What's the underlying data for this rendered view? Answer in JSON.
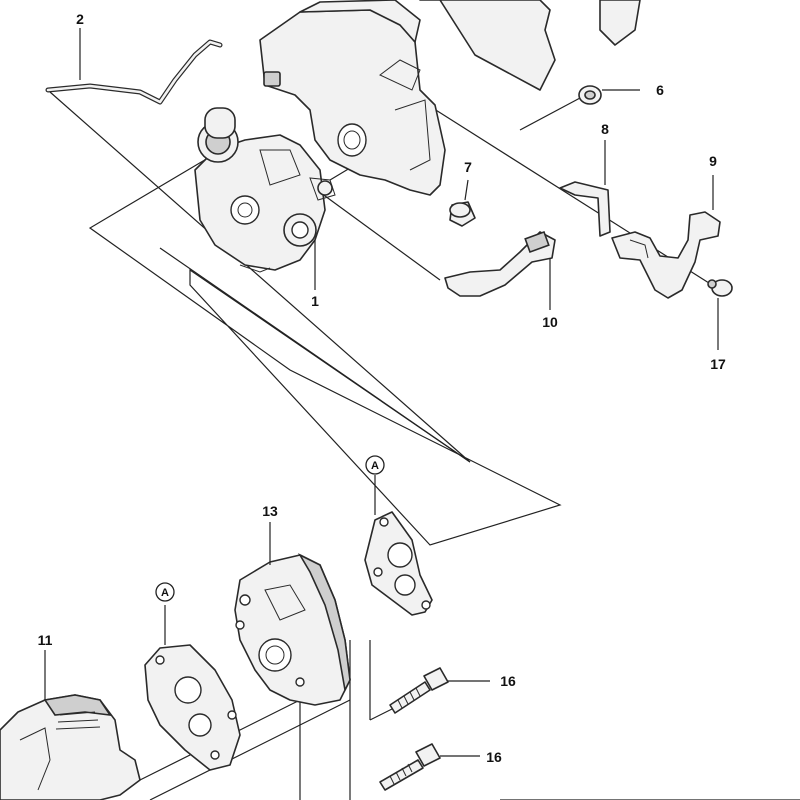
{
  "diagram": {
    "callouts": [
      {
        "id": "c2",
        "label": "2"
      },
      {
        "id": "c6",
        "label": "6"
      },
      {
        "id": "c8",
        "label": "8"
      },
      {
        "id": "c7",
        "label": "7"
      },
      {
        "id": "c9",
        "label": "9"
      },
      {
        "id": "c1",
        "label": "1"
      },
      {
        "id": "c10",
        "label": "10"
      },
      {
        "id": "c17",
        "label": "17"
      },
      {
        "id": "c13",
        "label": "13"
      },
      {
        "id": "c11",
        "label": "11"
      },
      {
        "id": "c16a",
        "label": "16"
      },
      {
        "id": "c16b",
        "label": "16"
      }
    ],
    "references": [
      {
        "id": "refA1",
        "label": "A"
      },
      {
        "id": "refA2",
        "label": "A"
      }
    ]
  }
}
